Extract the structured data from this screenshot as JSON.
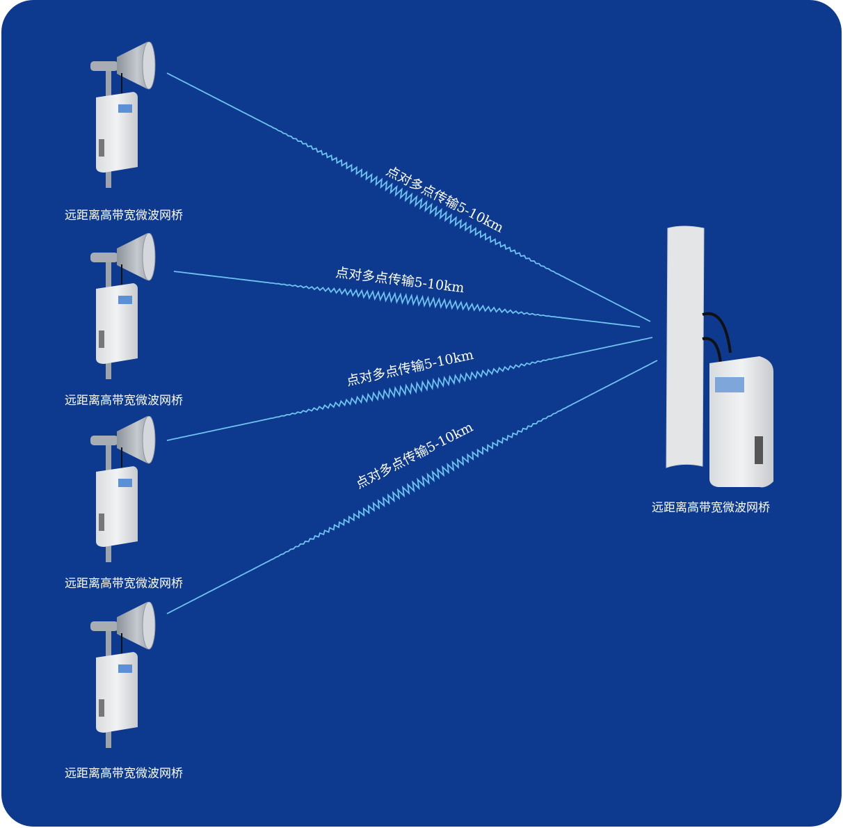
{
  "colors": {
    "background": "#0d3a8f",
    "signal": "#6fc3f0",
    "text": "#ffffff"
  },
  "remote_devices": [
    {
      "label": "远距离高带宽微波网桥",
      "icon": "horn-antenna-bridge-icon"
    },
    {
      "label": "远距离高带宽微波网桥",
      "icon": "horn-antenna-bridge-icon"
    },
    {
      "label": "远距离高带宽微波网桥",
      "icon": "horn-antenna-bridge-icon"
    },
    {
      "label": "远距离高带宽微波网桥",
      "icon": "horn-antenna-bridge-icon"
    }
  ],
  "base_station": {
    "label": "远距离高带宽微波网桥",
    "icon": "sector-antenna-bridge-icon"
  },
  "links": [
    {
      "label": "点对多点传输5-10km"
    },
    {
      "label": "点对多点传输5-10km"
    },
    {
      "label": "点对多点传输5-10km"
    },
    {
      "label": "点对多点传输5-10km"
    }
  ]
}
